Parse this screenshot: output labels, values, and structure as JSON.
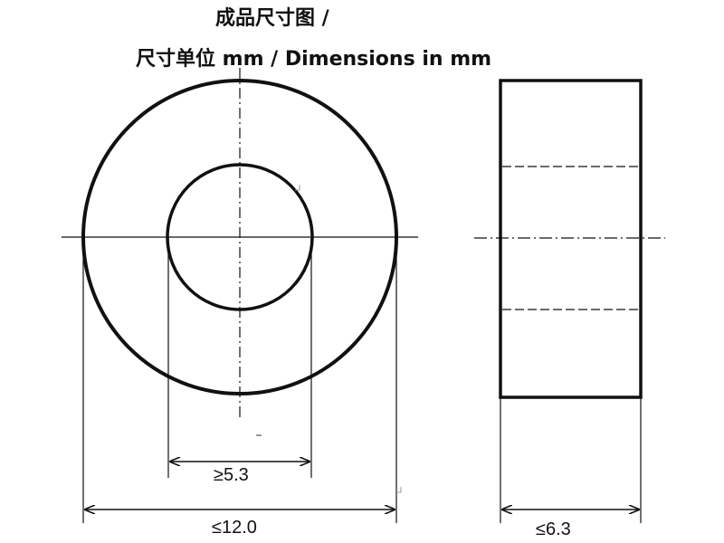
{
  "title": {
    "line1": "成品尺寸图 /",
    "line2": "尺寸单位 mm / Dimensions in mm"
  },
  "dimensions": {
    "inner_diameter": "≥5.3",
    "outer_diameter": "≤12.0",
    "height": "≤6.3"
  },
  "colors": {
    "line": "#111111",
    "background": "#ffffff"
  }
}
